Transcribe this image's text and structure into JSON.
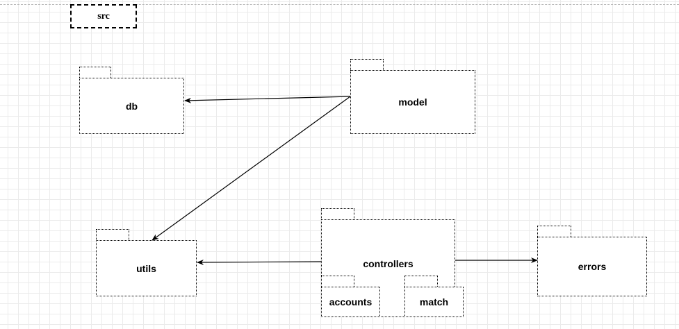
{
  "diagram": {
    "root_label": "src",
    "packages": {
      "db": "db",
      "model": "model",
      "utils": "utils",
      "controllers": "controllers",
      "accounts": "accounts",
      "match": "match",
      "errors": "errors"
    },
    "dependencies": [
      {
        "from": "model",
        "to": "db"
      },
      {
        "from": "model",
        "to": "utils"
      },
      {
        "from": "controllers",
        "to": "utils"
      },
      {
        "from": "controllers",
        "to": "errors"
      }
    ]
  }
}
